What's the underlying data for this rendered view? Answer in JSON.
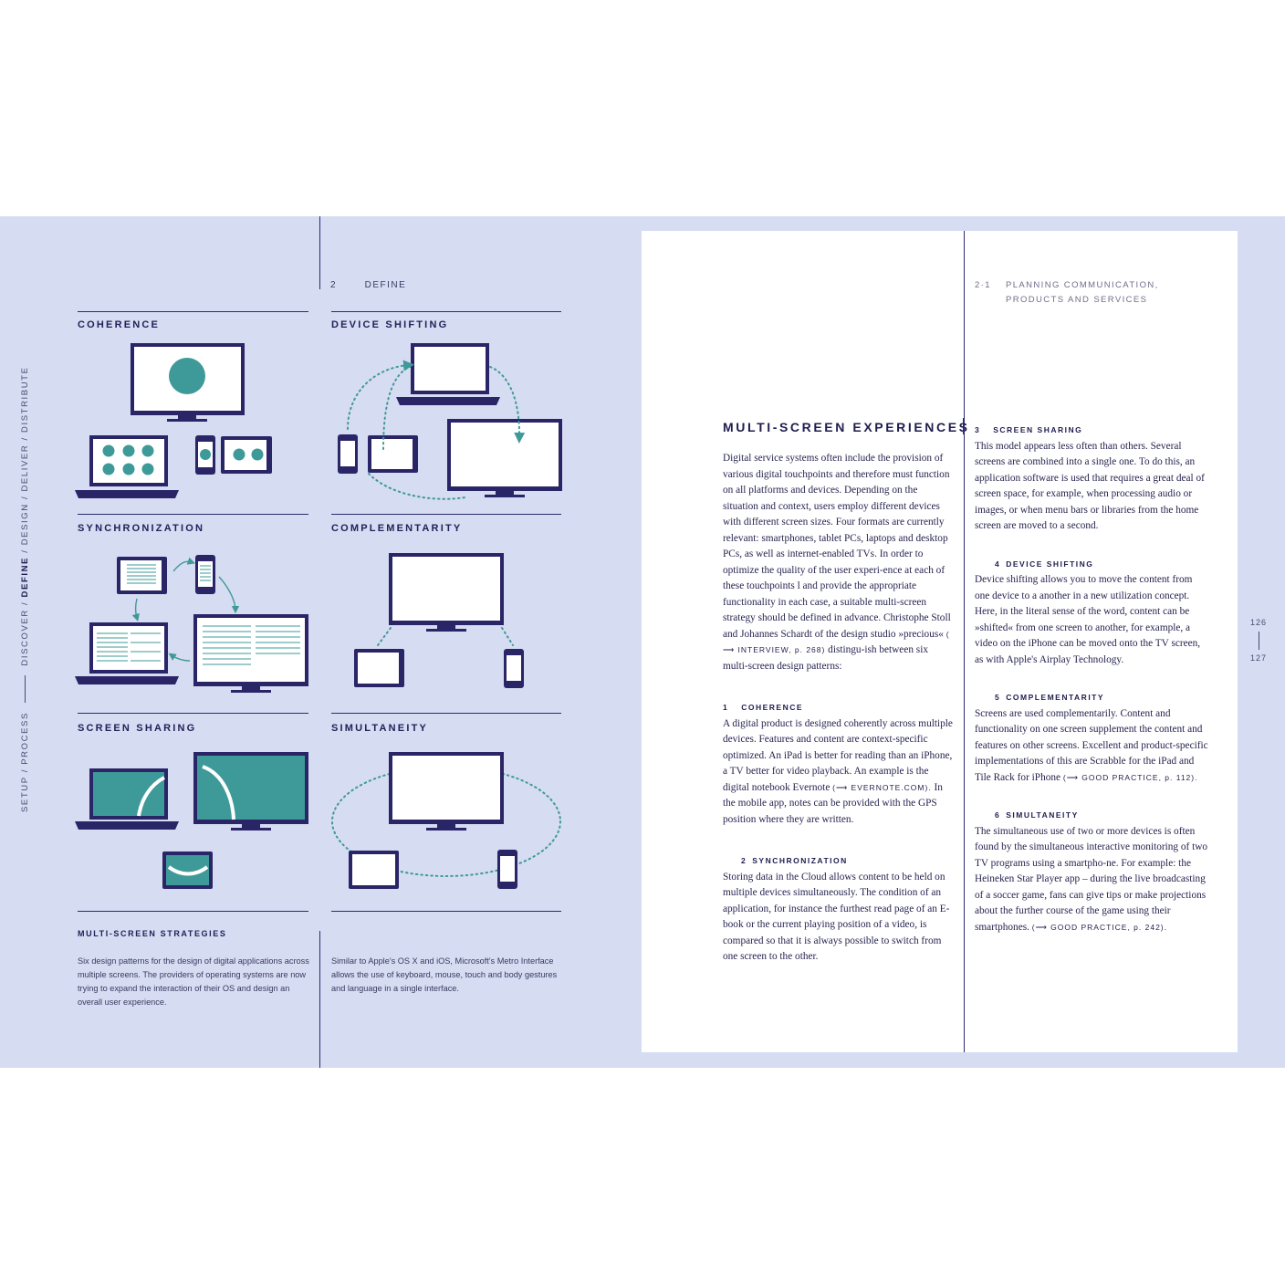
{
  "left_page": {
    "running_head": {
      "number": "2",
      "label": "DEFINE"
    },
    "vertical_nav": {
      "before": "SETUP / PROCESS",
      "phases_before": "DISCOVER /",
      "active": "DEFINE",
      "phases_after": "/ DESIGN / DELIVER / DISTRIBUTE"
    },
    "panels": [
      {
        "title": "COHERENCE"
      },
      {
        "title": "DEVICE SHIFTING"
      },
      {
        "title": "SYNCHRONIZATION"
      },
      {
        "title": "COMPLEMENTARITY"
      },
      {
        "title": "SCREEN SHARING"
      },
      {
        "title": "SIMULTANEITY"
      }
    ],
    "caption": {
      "title": "MULTI-SCREEN STRATEGIES",
      "left_text": "Six design patterns for the design of digital applications across multiple screens. The providers of operating systems are now trying to expand the interaction of their OS and design an overall user experience.",
      "right_text": "Similar to Apple's OS X and iOS, Microsoft's Metro Interface allows the use of keyboard, mouse, touch and body gestures and language in a single interface."
    },
    "colors": {
      "ink": "#2a2566",
      "teal": "#3e9a98",
      "background": "#d6dcf1"
    },
    "icons": [
      "tv-icon",
      "laptop-icon",
      "tablet-icon",
      "smartphone-icon"
    ]
  },
  "right_page": {
    "running_head": {
      "number": "2·1",
      "line1": "PLANNING COMMUNICATION,",
      "line2": "PRODUCTS AND SERVICES"
    },
    "page_numbers": {
      "top": "126",
      "bottom": "127"
    },
    "title": "MULTI-SCREEN EXPERIENCES",
    "intro": {
      "text": "Digital service systems often include the provision of various digital touchpoints and therefore must function on all platforms and devices. Depending on the situation and context, users employ different devices with different screen sizes. Four formats are currently relevant: smartphones, tablet PCs, laptops and desktop PCs, as well as internet-enabled TVs. In order to optimize the quality of the user experi-ence at each of these touchpoints l and provide the appropriate functionality in each case, a suitable multi-screen strategy should be defined in advance. Christophe Stoll and Johannes Schardt of the design studio »precious«",
      "xref": "( ⟶ INTERVIEW, p. 268)",
      "after": "distingu-ish between six multi-screen design patterns:"
    },
    "sections": [
      {
        "number": "1",
        "title": "COHERENCE",
        "text": "A digital product is designed coherently across multiple devices. Features and content are context-specific optimized. An iPad is better for reading than an iPhone, a TV better for video playback. An example is the digital notebook Evernote",
        "xref": "(⟶ EVERNOTE.COM).",
        "after": "In the mobile app, notes can be provided with the GPS position where they are written."
      },
      {
        "number": "2",
        "title": "SYNCHRONIZATION",
        "text": "Storing data in the Cloud allows content to be held on multiple devices simultaneously. The condition of an application, for instance the furthest read page of an E-book or the current playing position of a video, is compared so that it is always possible to switch from one screen to the other.",
        "xref": "",
        "after": ""
      },
      {
        "number": "3",
        "title": "SCREEN SHARING",
        "text": "This model appears less often than others. Several screens are combined into a single one. To do this, an application software is used that requires a great deal of screen space, for example, when processing audio or images, or when menu bars or libraries from the home screen are moved to a second.",
        "xref": "",
        "after": ""
      },
      {
        "number": "4",
        "title": "DEVICE SHIFTING",
        "text": "Device shifting allows you to move the content from one device to a another in a new utilization concept. Here, in the literal sense of the word, content can be »shifted« from one screen to another, for example, a video on the iPhone can be moved onto the TV screen, as with Apple's Airplay Technology.",
        "xref": "",
        "after": ""
      },
      {
        "number": "5",
        "title": "COMPLEMENTARITY",
        "text": "Screens are used complementarily. Content and functionality on one screen supplement the content and features on other screens. Excellent and product-specific implementations of this are Scrabble for the iPad and Tile Rack for iPhone",
        "xref": "(⟶ GOOD PRACTICE, p. 112).",
        "after": ""
      },
      {
        "number": "6",
        "title": "SIMULTANEITY",
        "text": "The simultaneous use of two or more devices is often found by the simultaneous interactive monitoring of two TV programs using a smartpho-ne. For example: the Heineken Star Player app – during the live broadcasting of a soccer game, fans can give tips or make projections about the further course of the game using their smartphones.",
        "xref": "(⟶ GOOD PRACTICE, p. 242).",
        "after": ""
      }
    ]
  }
}
